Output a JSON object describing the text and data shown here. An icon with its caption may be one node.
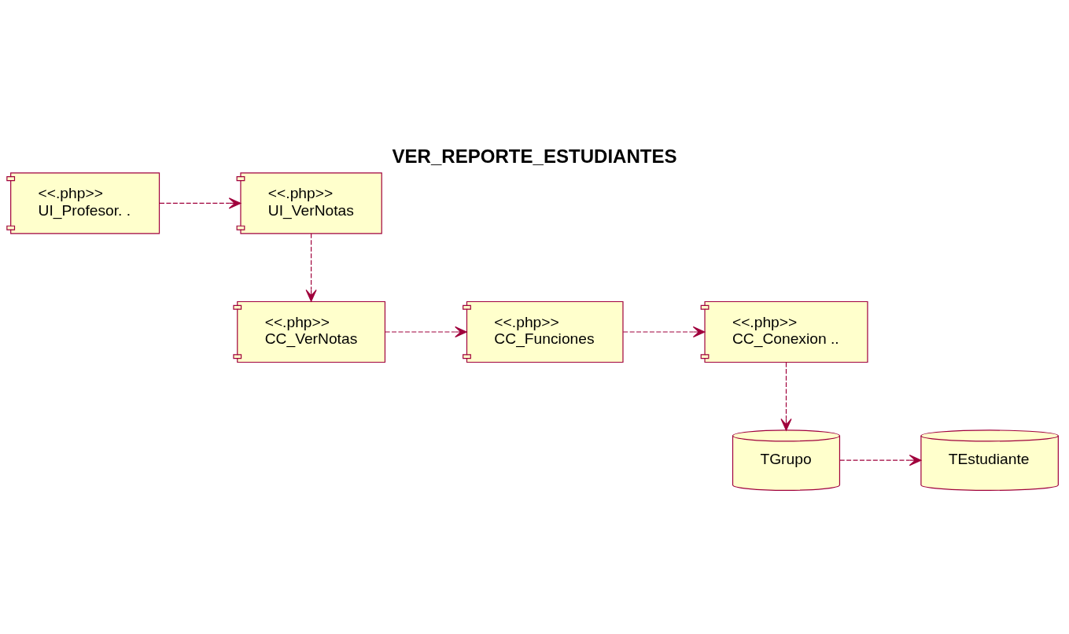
{
  "diagram": {
    "title": "VER_REPORTE_ESTUDIANTES",
    "nodes": [
      {
        "text": [
          "<<.php>>",
          "UI_Profesor. ."
        ]
      },
      {
        "text": [
          "<<.php>>",
          "UI_VerNotas"
        ]
      },
      {
        "text": [
          "<<.php>>",
          "CC_VerNotas"
        ]
      },
      {
        "text": [
          "<<.php>>",
          "CC_Funciones"
        ]
      },
      {
        "text": [
          "<<.php>>",
          "CC_Conexion .."
        ]
      },
      {
        "text": [
          "TEstudiante"
        ]
      },
      {
        "text": [
          "TGrupo"
        ]
      }
    ],
    "edges": [
      {
        "from": 0,
        "to": 1,
        "arrow": "to",
        "style": "dashed"
      },
      {
        "from": 1,
        "to": 2,
        "arrow": "to",
        "style": "dashed"
      },
      {
        "from": 2,
        "to": 3,
        "arrow": "to",
        "style": "dashed"
      },
      {
        "from": 3,
        "to": 4,
        "arrow": "to",
        "style": "dashed"
      },
      {
        "from": 4,
        "to": 6,
        "arrow": "to",
        "style": "dashed"
      },
      {
        "from": 6,
        "to": 5,
        "arrow": "to",
        "style": "dashed"
      }
    ]
  }
}
